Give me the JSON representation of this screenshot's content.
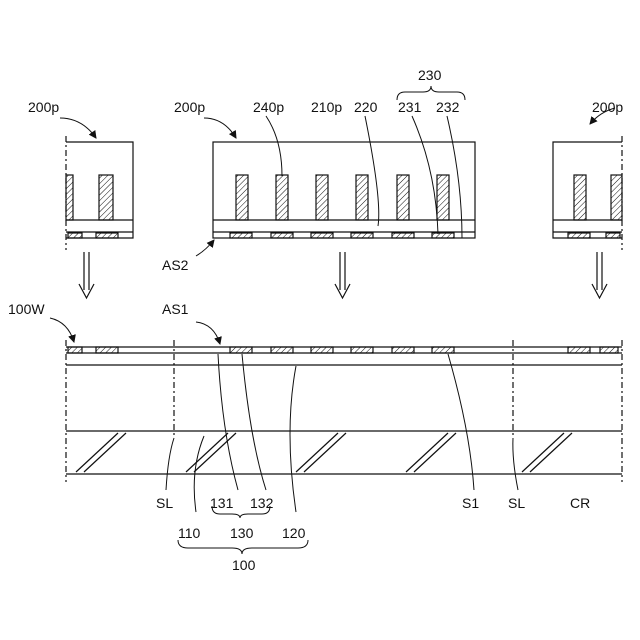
{
  "labels": {
    "chip_left": "200p",
    "chip_center": "200p",
    "chip_right": "200p",
    "pad_240": "240p",
    "substrate_210": "210p",
    "layer_220": "220",
    "group_230": "230",
    "pad_231": "231",
    "pad_232": "232",
    "surface_as2": "AS2",
    "wafer": "100W",
    "surface_as1": "AS1",
    "scribe_left": "SL",
    "scribe_right": "SL",
    "pad_131": "131",
    "pad_132": "132",
    "group_130": "130",
    "layer_110": "110",
    "layer_120": "120",
    "wafer_100": "100",
    "trace_s1": "S1",
    "region_cr": "CR"
  },
  "colors": {
    "line": "#111111",
    "background": "#ffffff"
  }
}
